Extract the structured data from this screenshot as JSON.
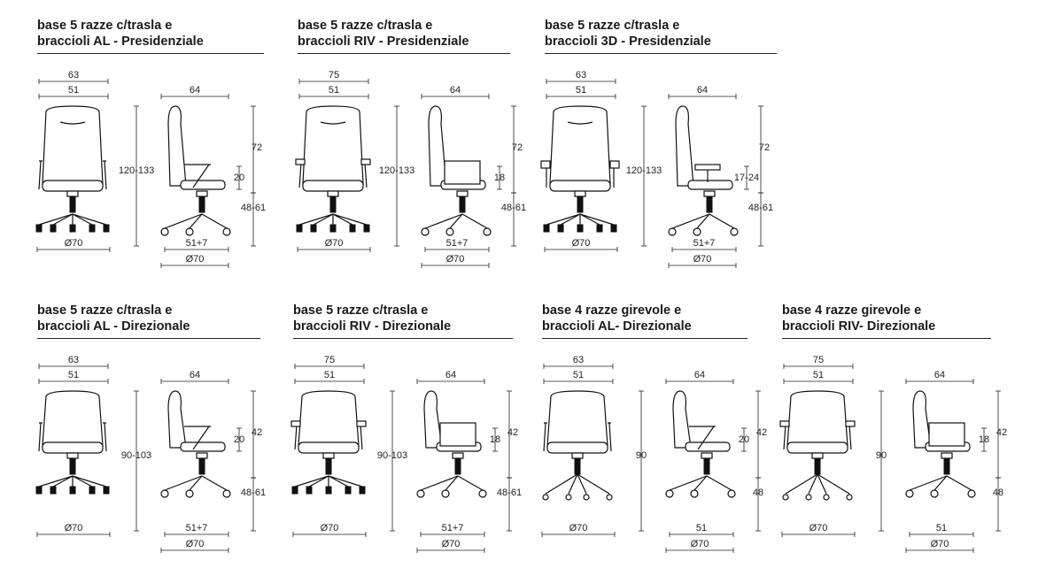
{
  "panels": [
    {
      "title1": "base 5 razze c/trasla e",
      "title2": "braccioli AL - Presidenziale",
      "front_outer": "63",
      "front_inner": "51",
      "height": "120-133",
      "side_top": "64",
      "side_back": "72",
      "side_arm": "20",
      "side_seat": "48-61",
      "side_depth": "51+7",
      "base_front": "Ø70",
      "base_side": "Ø70",
      "back": "high",
      "arm": "AL",
      "base": "5"
    },
    {
      "title1": "base 5 razze c/trasla e",
      "title2": "braccioli RIV - Presidenziale",
      "front_outer": "75",
      "front_inner": "51",
      "height": "120-133",
      "side_top": "64",
      "side_back": "72",
      "side_arm": "18",
      "side_seat": "48-61",
      "side_depth": "51+7",
      "base_front": "Ø70",
      "base_side": "Ø70",
      "back": "high",
      "arm": "RIV",
      "base": "5"
    },
    {
      "title1": "base 5 razze c/trasla e",
      "title2": "braccioli 3D - Presidenziale",
      "front_outer": "63",
      "front_inner": "51",
      "height": "120-133",
      "side_top": "64",
      "side_back": "72",
      "side_arm": "17-24",
      "side_seat": "48-61",
      "side_depth": "51+7",
      "base_front": "Ø70",
      "base_side": "Ø70",
      "back": "high",
      "arm": "3D",
      "base": "5"
    },
    {
      "title1": "base 5 razze c/trasla e",
      "title2": "braccioli AL - Direzionale",
      "front_outer": "63",
      "front_inner": "51",
      "height": "90-103",
      "side_top": "64",
      "side_back": "42",
      "side_arm": "20",
      "side_seat": "48-61",
      "side_depth": "51+7",
      "base_front": "Ø70",
      "base_side": "Ø70",
      "back": "low",
      "arm": "AL",
      "base": "5"
    },
    {
      "title1": "base 5 razze c/trasla e",
      "title2": "braccioli RIV - Direzionale",
      "front_outer": "75",
      "front_inner": "51",
      "height": "90-103",
      "side_top": "64",
      "side_back": "42",
      "side_arm": "18",
      "side_seat": "48-61",
      "side_depth": "51+7",
      "base_front": "Ø70",
      "base_side": "Ø70",
      "back": "low",
      "arm": "RIV",
      "base": "5"
    },
    {
      "title1": "base 4 razze girevole e",
      "title2": "braccioli AL- Direzionale",
      "front_outer": "63",
      "front_inner": "51",
      "height": "90",
      "side_top": "64",
      "side_back": "42",
      "side_arm": "20",
      "side_seat": "48",
      "side_depth": "51",
      "base_front": "Ø70",
      "base_side": "Ø70",
      "back": "low",
      "arm": "AL",
      "base": "4"
    },
    {
      "title1": "base 4 razze girevole e",
      "title2": "braccioli RIV- Direzionale",
      "front_outer": "75",
      "front_inner": "51",
      "height": "90",
      "side_top": "64",
      "side_back": "42",
      "side_arm": "18",
      "side_seat": "48",
      "side_depth": "51",
      "base_front": "Ø70",
      "base_side": "Ø70",
      "back": "low",
      "arm": "RIV",
      "base": "4"
    }
  ]
}
